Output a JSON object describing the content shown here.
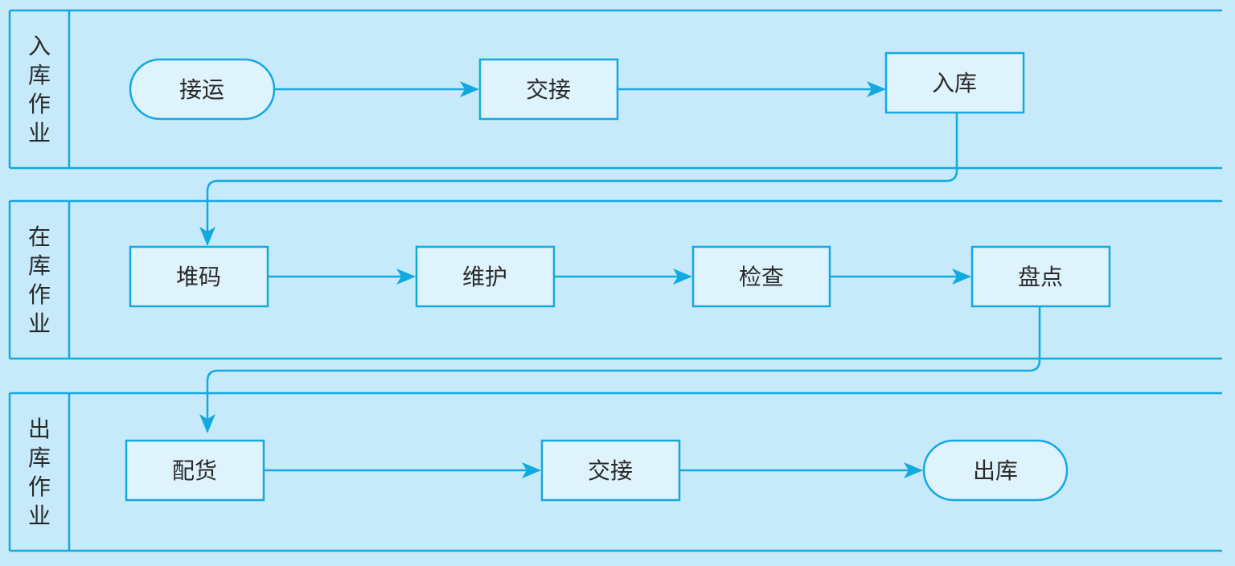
{
  "diagram": {
    "colors": {
      "background": "#c7eafa",
      "line": "#12a9e0",
      "node_fill": "#dff3fc",
      "text": "#2a2a2a"
    },
    "lanes": [
      {
        "label": "入库作业",
        "nodes": [
          {
            "label": "接运",
            "shape": "rounded"
          },
          {
            "label": "交接",
            "shape": "rect"
          },
          {
            "label": "入库",
            "shape": "rect"
          }
        ]
      },
      {
        "label": "在库作业",
        "nodes": [
          {
            "label": "堆码",
            "shape": "rect"
          },
          {
            "label": "维护",
            "shape": "rect"
          },
          {
            "label": "检查",
            "shape": "rect"
          },
          {
            "label": "盘点",
            "shape": "rect"
          }
        ]
      },
      {
        "label": "出库作业",
        "nodes": [
          {
            "label": "配货",
            "shape": "rect"
          },
          {
            "label": "交接",
            "shape": "rect"
          },
          {
            "label": "出库",
            "shape": "rounded"
          }
        ]
      }
    ]
  }
}
